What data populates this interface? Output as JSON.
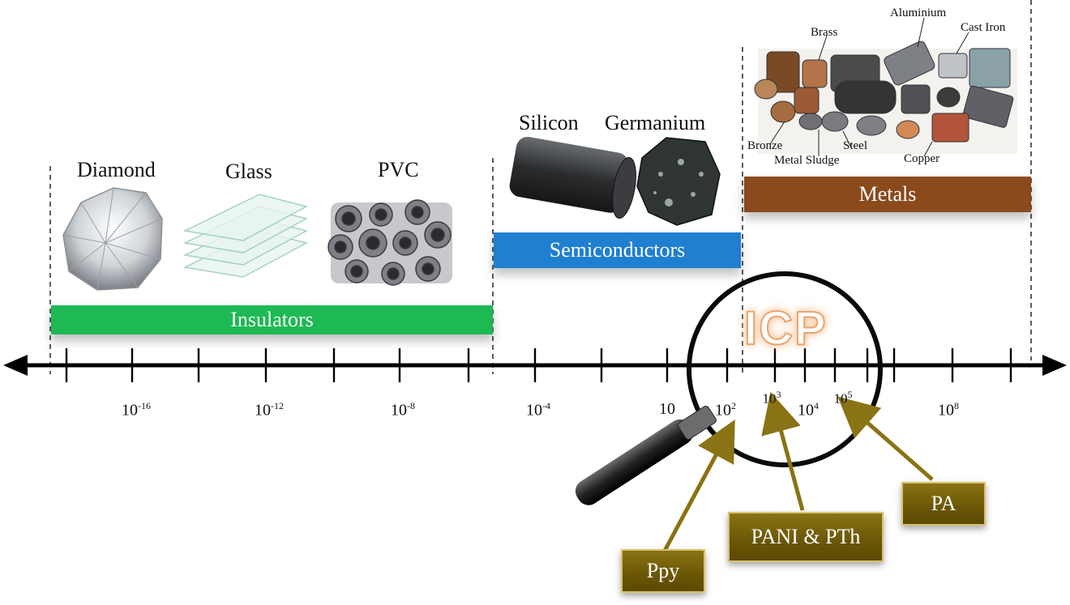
{
  "materials": {
    "diamond": "Diamond",
    "glass": "Glass",
    "pvc": "PVC",
    "silicon": "Silicon",
    "germanium": "Germanium",
    "brass": "Brass",
    "aluminium": "Aluminium",
    "cast_iron": "Cast Iron",
    "bronze": "Bronze",
    "steel": "Steel",
    "metal_sludge": "Metal Sludge",
    "copper": "Copper"
  },
  "bands": {
    "insulators": "Insulators",
    "semiconductors": "Semiconductors",
    "metals": "Metals"
  },
  "band_colors": {
    "insulators": "#1db954",
    "semiconductors": "#1f7fd1",
    "metals": "#8a4a1c"
  },
  "icp_label": "ICP",
  "axis_labels": {
    "l1_base": "10",
    "l1_exp": "-16",
    "l2_base": "10",
    "l2_exp": "-12",
    "l3_base": "10",
    "l3_exp": "-8",
    "l4_base": "10",
    "l4_exp": "-4",
    "l5_base": "10",
    "l6_base": "10",
    "l6_exp": "2",
    "l7_base": "10",
    "l7_exp": "3",
    "l8_base": "10",
    "l8_exp": "4",
    "l9_base": "10",
    "l9_exp": "5",
    "l10_base": "10",
    "l10_exp": "8"
  },
  "polymers": {
    "ppy": "Ppy",
    "pani_pth": "PANI & PTh",
    "pa": "PA"
  },
  "icons": [
    "magnifying-glass-icon",
    "arrow-icon"
  ]
}
